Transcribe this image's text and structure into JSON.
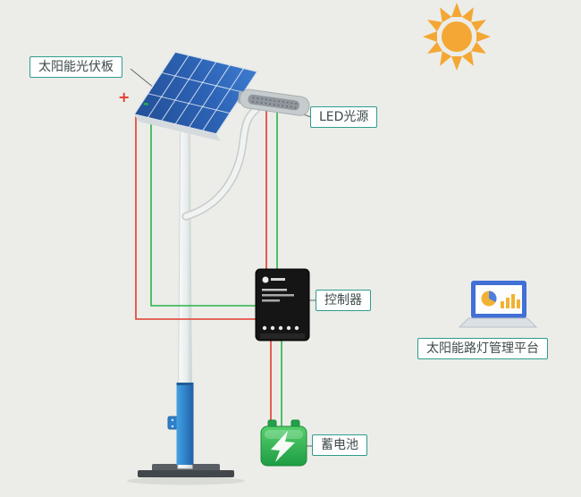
{
  "diagram": {
    "labels": {
      "solar_panel": "太阳能光伏板",
      "led": "LED光源",
      "controller": "控制器",
      "platform": "太阳能路灯管理平台",
      "battery": "蓄电池"
    },
    "polarity": {
      "plus": "+",
      "minus": "-"
    },
    "colors": {
      "background": "#ecede8",
      "label_border": "#2f9c8d",
      "label_text": "#3d4a4a",
      "wire_positive_red": "#e23a2c",
      "wire_negative_green": "#29b34b",
      "sun_orange": "#f4a735",
      "panel_blue": "#2c62b4",
      "pole_accent_blue": "#2e7fc9",
      "controller_black": "#151515",
      "battery_green": "#2fae4e",
      "laptop_blue": "#4170d6",
      "chart_yellow": "#f1b233"
    }
  }
}
